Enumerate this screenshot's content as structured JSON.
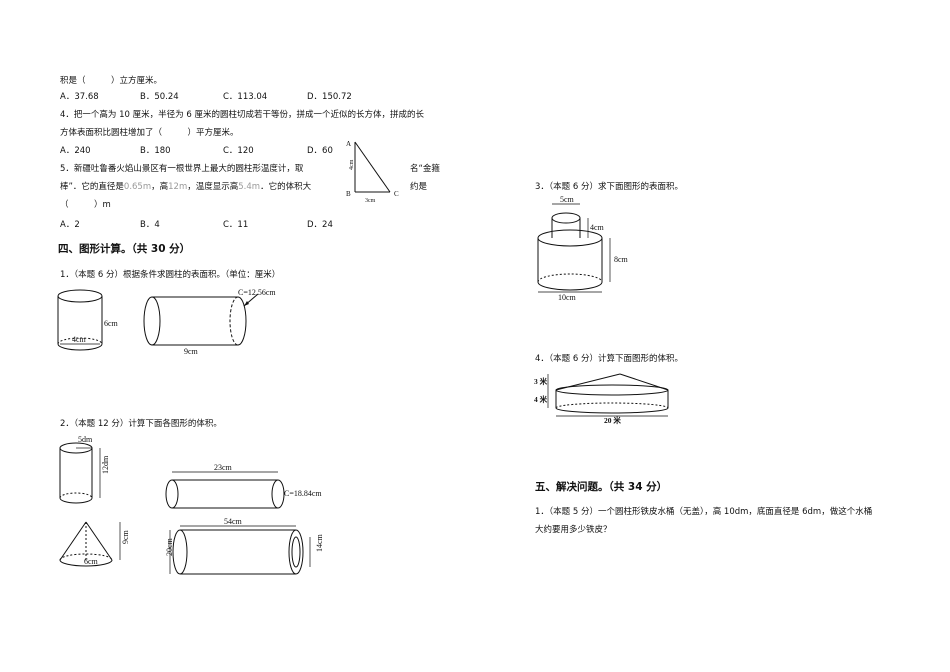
{
  "left": {
    "q3_tail": "积是（　　　）立方厘米。",
    "q3_options": [
      "A．37.68",
      "B．50.24",
      "C．113.04",
      "D．150.72"
    ],
    "q4_line1": "4．把一个高为 10 厘米，半径为 6 厘米的圆柱切成若干等份，拼成一个近似的长方体，拼成的长",
    "q4_line2": "方体表面积比圆柱增加了（　　　）平方厘米。",
    "q4_options": [
      "A．240",
      "B．180",
      "C．120",
      "D．60"
    ],
    "q5_line1_a": "5．新疆吐鲁番火焰山景区有一根世界上最大的圆柱形温度计，取",
    "q5_line1_b": "名“金箍",
    "q5_line2_a": "棒”．它的直径是",
    "q5_diameter": "0.65m",
    "q5_line2_b": "，高",
    "q5_height": "12m",
    "q5_line2_c": "，温度显示高",
    "q5_temp": "5.4m",
    "q5_line2_d": "．它的体积大",
    "q5_line2_e": "约是",
    "q5_line3": "（　　　）m",
    "q5_options": [
      "A．2",
      "B．4",
      "C．11",
      "D．24"
    ],
    "triangle": {
      "A": "A",
      "B": "B",
      "C": "C",
      "side_ab": "4cm",
      "side_bc": "3cm"
    },
    "section4_title": "四、图形计算。（共 30 分）",
    "p1_text": "1．（本题 6 分）根据条件求圆柱的表面积。（单位：厘米）",
    "p1_fig1": {
      "height": "6cm",
      "diameter": "4cm"
    },
    "p1_fig2": {
      "circumference": "C=12.56cm",
      "length": "9cm"
    },
    "p2_text": "2．（本题 12 分）计算下面各图形的体积。",
    "p2_fig1": {
      "radius": "5dm",
      "height": "12dm"
    },
    "p2_fig2": {
      "length": "23cm",
      "circumference": "C=18.84cm"
    },
    "p2_fig3": {
      "diameter": "6cm",
      "height": "9cm"
    },
    "p2_fig4": {
      "length": "54cm",
      "outer": "20cm",
      "inner": "14cm"
    }
  },
  "right": {
    "p3_text": "3．（本题 6 分）求下面图形的表面积。",
    "p3_fig": {
      "top_d": "5cm",
      "top_h": "4cm",
      "bottom_h": "8cm",
      "bottom_d": "10cm"
    },
    "p4_text": "4．（本题 6 分）计算下面图形的体积。",
    "p4_fig": {
      "cone_h": "3 米",
      "cyl_h": "4 米",
      "d": "20 米"
    },
    "section5_title": "五、解决问题。（共 34 分）",
    "s5_q1_line1": "1．（本题 5 分）一个圆柱形铁皮水桶（无盖），高 10dm，底面直径是 6dm，做这个水桶",
    "s5_q1_line2": "大约要用多少铁皮？"
  }
}
